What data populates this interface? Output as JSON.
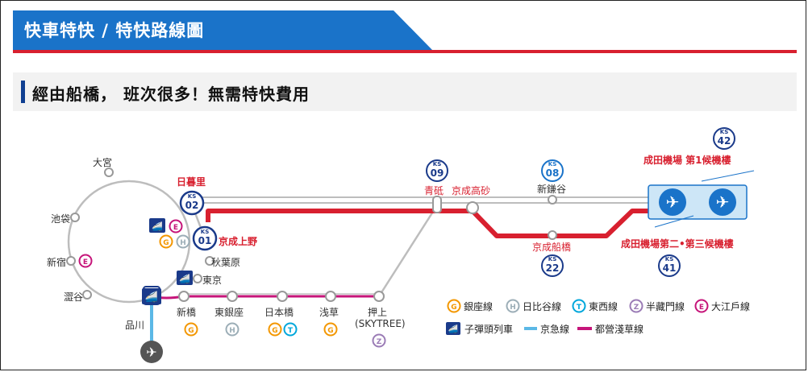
{
  "header": {
    "title": "快車特快 / 特快路線圖"
  },
  "subheader": {
    "title": "經由船橋， 班次很多！無需特快費用"
  },
  "colors": {
    "keisei_red": "#d8202f",
    "keikyu_blue": "#5bb8e6",
    "asakusa_magenta": "#c6157a",
    "header_blue": "#1a73c9",
    "sub_bar": "#0f3f91"
  },
  "stations": {
    "omiya": "大宮",
    "ikebukuro": "池袋",
    "shinjuku": "新宿",
    "shibuya": "澀谷",
    "shinagawa": "品川",
    "nippori": "日暮里",
    "keisei_ueno": "京成上野",
    "akihabara": "秋葉原",
    "tokyo": "東京",
    "shinbashi": "新橋",
    "higashi_ginza": "東銀座",
    "nihonbashi": "日本橋",
    "asakusa": "浅草",
    "oshiage": "押上",
    "oshiage_sub": "(SKYTREE)",
    "aoto": "青砥",
    "keisei_takasago": "京成高砂",
    "shin_kamagaya": "新鎌谷",
    "keisei_funabashi": "京成船橋",
    "narita_t1": "成田機場 第1候機樓",
    "narita_t23": "成田機場第二•第三候機樓"
  },
  "codes": {
    "prefix": "KS",
    "nippori": "02",
    "keisei_ueno": "01",
    "aoto": "09",
    "shin_kamagaya": "08",
    "keisei_funabashi": "22",
    "narita_t1": "42",
    "narita_t23": "41"
  },
  "line_marks": {
    "G": "G",
    "H": "H",
    "T": "T",
    "Z": "Z",
    "E": "E"
  },
  "legend": {
    "ginza": "銀座線",
    "hibiya": "日比谷線",
    "tozai": "東西線",
    "hanzomon": "半藏門線",
    "oedo": "大江戶線",
    "bullet": "子彈頭列車",
    "keikyu": "京急線",
    "asakusa_line": "都營淺草線"
  },
  "icons": {
    "airport": "airplane-icon",
    "bullet_train": "bullet-train-icon"
  }
}
